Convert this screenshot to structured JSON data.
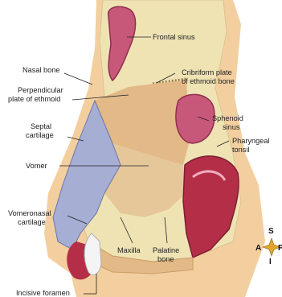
{
  "labels": {
    "frontal_sinus": "Frontal sinus",
    "nasal_bone": "Nasal bone",
    "cribriform_1": "Cribriform plate",
    "cribriform_2": "of ethmoid bone",
    "perpendicular_1": "Perpendicular",
    "perpendicular_2": "plate of ethmoid",
    "sphenoid_1": "Sphenoid",
    "sphenoid_2": "sinus",
    "septal_1": "Septal",
    "septal_2": "cartilage",
    "pharyngeal_1": "Pharyngeal",
    "pharyngeal_2": "tonsil",
    "vomer": "Vomer",
    "vomeronasal_1": "Vomeronasal",
    "vomeronasal_2": "cartilage",
    "maxilla": "Maxilla",
    "palatine_1": "Palatine",
    "palatine_2": "bone",
    "incisive_foramen": "Incisive foramen"
  },
  "compass": {
    "superior": "S",
    "anterior": "A",
    "posterior": "P",
    "inferior": "I"
  },
  "colors": {
    "skin": "#f3cf9f",
    "bone": "#efe3b4",
    "ethmoid": "#e2b987",
    "cartilage": "#a6aed3",
    "sinus": "#c8587a",
    "mucosa": "#b52e48",
    "compass": "#e2a42c"
  }
}
